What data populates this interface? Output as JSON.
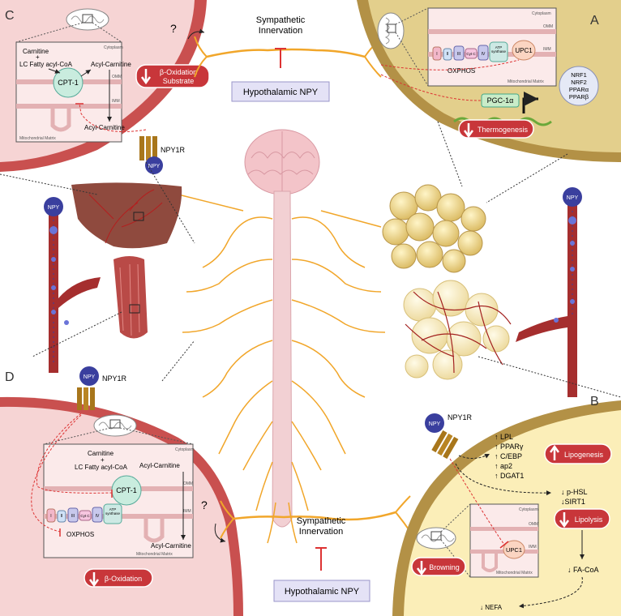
{
  "panels": {
    "a": {
      "letter": "A"
    },
    "b": {
      "letter": "B"
    },
    "c": {
      "letter": "C"
    },
    "d": {
      "letter": "D"
    }
  },
  "top": {
    "sympathetic": [
      "Sympathetic",
      "Innervation"
    ],
    "hypothalamic_npy": "Hypothalamic NPY",
    "question": "?"
  },
  "bottom": {
    "sympathetic": [
      "Sympathetic",
      "Innervation"
    ],
    "hypothalamic_npy": "Hypothalamic NPY",
    "question": "?"
  },
  "panel_c": {
    "carnitine": "Carnitine",
    "plus": "+",
    "lc_fatty": "LC Fatty acyl-CoA",
    "cytoplasm": "Cytoplasm",
    "cpt1": "CPT-1",
    "acyl_carnitine_top": "Acyl-Carnitine",
    "omm": "OMM",
    "imm": "IMM",
    "acyl_carnitine_bottom": "Acyl-Carnitine",
    "matrix": "Mitochondrial Matrix",
    "badge": [
      "β-Oxidation",
      "Substrate"
    ],
    "npy1r": "NPY1R",
    "npy": "NPY"
  },
  "panel_a": {
    "cytoplasm": "Cytoplasm",
    "omm": "OMM",
    "imm": "IMM",
    "matrix": "Mitochondrial Matrix",
    "complexes": [
      "I",
      "II",
      "III",
      "Cyt C",
      "IV"
    ],
    "atp": [
      "ATP",
      "synthase"
    ],
    "upc1": "UPC1",
    "oxphos": "OXPHOS",
    "pgc": "PGC-1α",
    "factors": [
      "NRF1",
      "NRF2",
      "PPARα",
      "PPARβ"
    ],
    "thermogenesis": "Thermogenesis"
  },
  "panel_b": {
    "npy": "NPY",
    "npy1r": "NPY1R",
    "genes": [
      "↑ LPL",
      "↑ PPARγ",
      "↑ C/EBP",
      "↑ ap2",
      "↑ DGAT1"
    ],
    "lipogenesis": "Lipogenesis",
    "phsl": "↓ p-HSL",
    "sirt1": "↓SIRT1",
    "lipolysis": "Lipolysis",
    "cytoplasm": "Cytoplasm",
    "omm": "OMM",
    "imm": "IMM",
    "matrix": "Mitochondrial Matrix",
    "upc1": "UPC1",
    "browning": "Browning",
    "facoa": "↓ FA-CoA",
    "nefa": "↓ NEFA"
  },
  "panel_d": {
    "npy": "NPY",
    "npy1r": "NPY1R",
    "carnitine": "Carnitine",
    "plus": "+",
    "lc_fatty": "LC Fatty acyl-CoA",
    "cytoplasm": "Cytoplasm",
    "cpt1": "CPT-1",
    "acyl_carnitine_top": "Acyl-Carnitine",
    "omm": "OMM",
    "imm": "IMM",
    "acyl_carnitine_bottom": "Acyl-Carnitine",
    "matrix": "Mitochondrial Matrix",
    "complexes": [
      "I",
      "II",
      "III",
      "Cyt C",
      "IV"
    ],
    "atp": [
      "ATP",
      "synthase"
    ],
    "oxphos": "OXPHOS",
    "badge": "β-Oxidation"
  },
  "vessels": {
    "left_npy": "NPY",
    "right_npy": "NPY"
  },
  "colors": {
    "cell_pink": "#f6d4d4",
    "membrane_red": "#c9504f",
    "adipose_tan": "#e6cf86",
    "adipose_yellow": "#fbeeb8",
    "nerve_orange": "#f1a62a",
    "badge_red": "#c8363a",
    "npy_blue": "#3a3f9e",
    "hypothalamic_box": "#e4e2f6"
  }
}
